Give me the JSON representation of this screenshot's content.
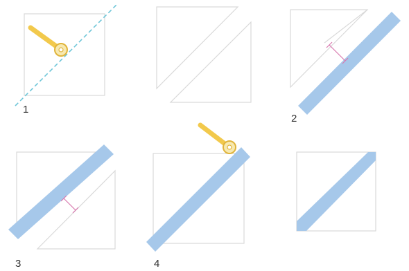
{
  "steps": [
    {
      "id": "p1",
      "label": "1"
    },
    {
      "id": "p2",
      "label": ""
    },
    {
      "id": "p3",
      "label": "2"
    },
    {
      "id": "p4",
      "label": "3"
    },
    {
      "id": "p5",
      "label": "4"
    },
    {
      "id": "p6",
      "label": ""
    }
  ],
  "colors": {
    "outline": "#d9d9d9",
    "cut_line": "#6ec6d8",
    "strip": "#a6c8ea",
    "cutter_body": "#f2c94c",
    "cutter_blade": "#f7e9b0",
    "measure_mark": "#d97ab0",
    "label_text": "#333333"
  },
  "icons": [
    "rotary-cutter-icon"
  ]
}
